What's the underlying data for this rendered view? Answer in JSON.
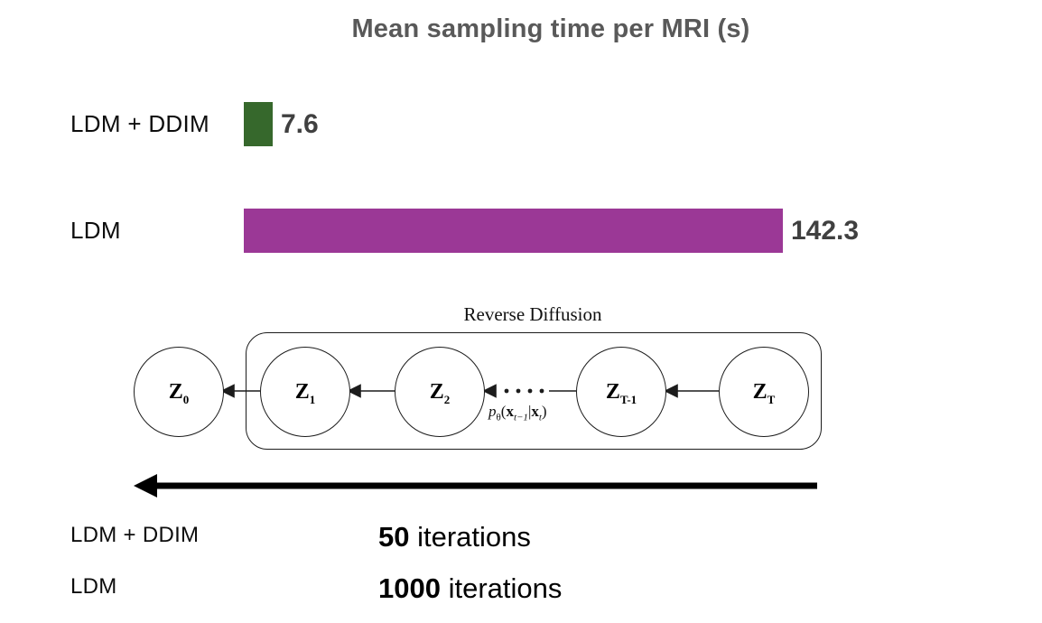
{
  "chart_data": {
    "type": "bar",
    "orientation": "horizontal",
    "title": "Mean sampling time per MRI (s)",
    "categories": [
      "LDM + DDIM",
      "LDM"
    ],
    "values": [
      7.6,
      142.3
    ],
    "value_labels": [
      "7.6",
      "142.3"
    ],
    "bar_colors": [
      "#36682C",
      "#9B3896"
    ],
    "xlim": [
      0,
      150
    ],
    "grid": false,
    "legend": false
  },
  "title": "Mean sampling time per MRI (s)",
  "bars": [
    {
      "label": "LDM + DDIM",
      "value": "7.6"
    },
    {
      "label": "LDM",
      "value": "142.3"
    }
  ],
  "diagram": {
    "title": "Reverse Diffusion",
    "nodes": [
      {
        "main": "Z",
        "sub": "0"
      },
      {
        "main": "Z",
        "sub": "1"
      },
      {
        "main": "Z",
        "sub": "2"
      },
      {
        "main": "Z",
        "sub": "T-1"
      },
      {
        "main": "Z",
        "sub": "T"
      }
    ],
    "transition": {
      "fn": "p",
      "fn_sub": "θ",
      "open": "(",
      "arg1": "x",
      "arg1_sub": "t−1",
      "bar": "|",
      "arg2": "x",
      "arg2_sub": "t",
      "close": ")"
    }
  },
  "iterations": [
    {
      "label": "LDM + DDIM",
      "count": "50",
      "suffix": " iterations"
    },
    {
      "label": "LDM",
      "count": "1000",
      "suffix": " iterations"
    }
  ],
  "colors": {
    "title_text": "#595959",
    "value_text": "#404040",
    "bar_green": "#36682C",
    "bar_magenta": "#9B3896",
    "diagram_stroke": "#1c1c1c"
  }
}
